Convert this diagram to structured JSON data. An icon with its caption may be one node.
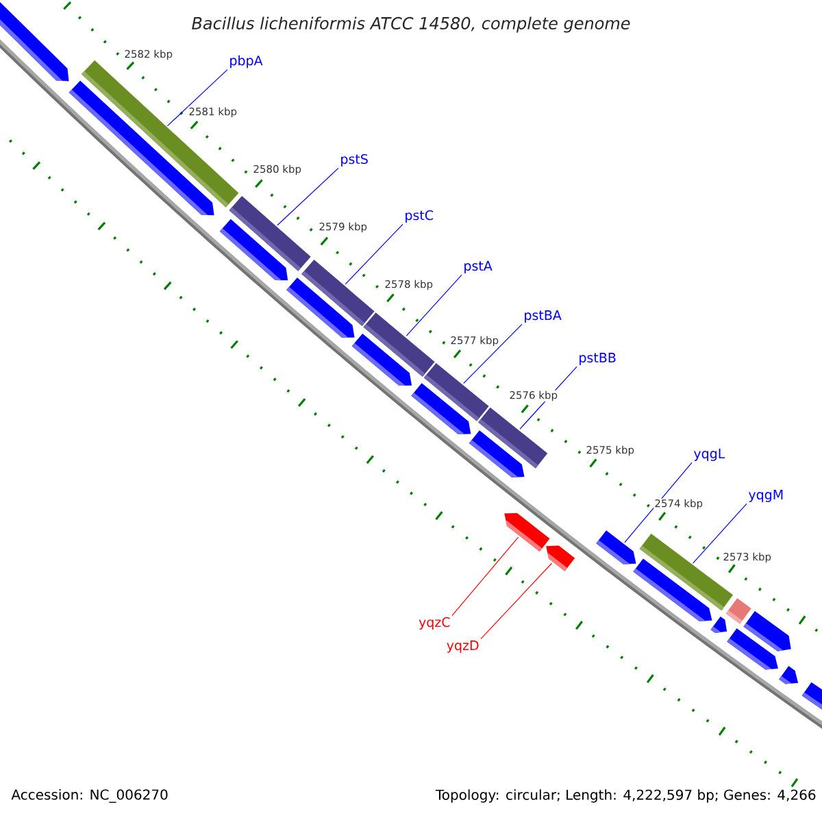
{
  "diagram": {
    "title": "Bacillus licheniformis ATCC 14580, complete genome",
    "nodes": [
      {
        "text": [
          "pbpA"
        ]
      },
      {
        "text": [
          "pstS"
        ]
      },
      {
        "text": [
          "pstC"
        ]
      },
      {
        "text": [
          "pstA"
        ]
      },
      {
        "text": [
          "pstBA"
        ]
      },
      {
        "text": [
          "pstBB"
        ]
      },
      {
        "text": [
          "yqgL"
        ]
      },
      {
        "text": [
          "yqgM"
        ]
      },
      {
        "text": [
          "yqzC"
        ]
      },
      {
        "text": [
          "yqzD"
        ]
      },
      {
        "text": [],
        "shape": "bar"
      },
      {
        "text": [],
        "shape": "bar"
      },
      {
        "text": [],
        "shape": "bar"
      },
      {
        "text": [],
        "shape": "bar"
      },
      {
        "text": [],
        "shape": "bar"
      },
      {
        "text": [],
        "shape": "bar"
      },
      {
        "text": [],
        "shape": "arrow"
      },
      {
        "text": [],
        "shape": "arrow"
      },
      {
        "text": [],
        "shape": "arrow"
      },
      {
        "text": [],
        "shape": "bar"
      }
    ],
    "edges": [
      {
        "from": 0,
        "to": 10,
        "arrow": "none"
      },
      {
        "from": 1,
        "to": 11,
        "arrow": "none"
      },
      {
        "from": 2,
        "to": 12,
        "arrow": "none"
      },
      {
        "from": 3,
        "to": 13,
        "arrow": "none"
      },
      {
        "from": 4,
        "to": 14,
        "arrow": "none"
      },
      {
        "from": 5,
        "to": 15,
        "arrow": "none"
      },
      {
        "from": 6,
        "to": 18,
        "arrow": "none"
      },
      {
        "from": 7,
        "to": 19,
        "arrow": "none"
      },
      {
        "from": 8,
        "to": 16,
        "arrow": "none",
        "color": "#ff0000"
      },
      {
        "from": 9,
        "to": 17,
        "arrow": "none",
        "color": "#ff0000"
      }
    ],
    "labels": [
      "2582 kbp",
      "2581 kbp",
      "2580 kbp",
      "2579 kbp",
      "2578 kbp",
      "2577 kbp",
      "2576 kbp",
      "2575 kbp",
      "2574 kbp",
      "2573 kbp",
      "Accession: NC_006270",
      "Topology: circular; Length: 4,222,597 bp; Genes: 4,266"
    ]
  }
}
